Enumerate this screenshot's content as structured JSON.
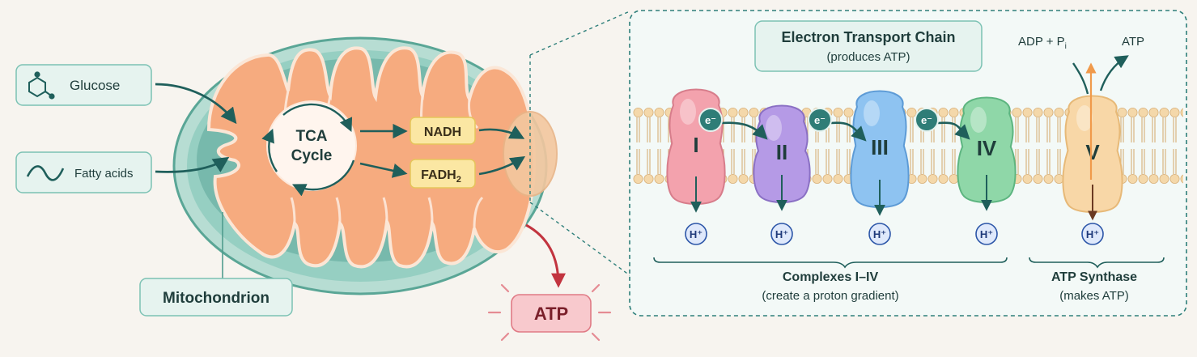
{
  "inputs": {
    "glucose": "Glucose",
    "fatty_acids": "Fatty acids"
  },
  "mitochondrion": {
    "label": "Mitochondrion",
    "tca_line1": "TCA",
    "tca_line2": "Cycle",
    "nadh": "NADH",
    "fadh_base": "FADH",
    "fadh_sub": "2",
    "atp_output": "ATP"
  },
  "etc": {
    "title": "Electron Transport Chain",
    "subtitle": "(produces ATP)",
    "adp_base": "ADP + P",
    "adp_sub": "i",
    "atp": "ATP",
    "electron": "e⁻",
    "proton": "H⁺",
    "complexes": [
      "I",
      "II",
      "III",
      "IV",
      "V"
    ],
    "complexes_label": "Complexes I–IV",
    "complexes_desc": "(create a proton gradient)",
    "synthase_label": "ATP Synthase",
    "synthase_desc": "(makes ATP)"
  },
  "colors": {
    "teal_dark": "#1f5f5b",
    "teal_light": "#e6f3ef",
    "matrix": "#f6ab7f",
    "outer_membrane": "#7cc2b4",
    "atp_red": "#d04552",
    "complex_I": "#f3a2ad",
    "complex_II": "#b59ae6",
    "complex_III": "#8ec3f1",
    "complex_IV": "#8fd7a8",
    "complex_V": "#f8d7a7"
  }
}
